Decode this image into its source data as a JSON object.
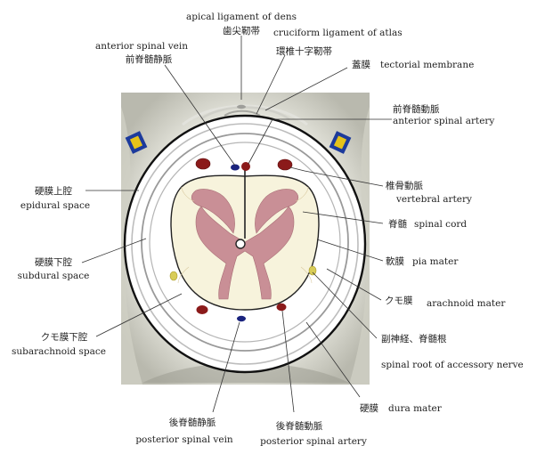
{
  "labels": {
    "apical_ligament_en": "apical ligament of dens",
    "apical_ligament_jp": "歯尖靭帯",
    "cruciform_en": "cruciform ligament of atlas",
    "cruciform_jp": "環椎十字靭帯",
    "anterior_spinal_vein_en": "anterior spinal vein",
    "anterior_spinal_vein_jp": "前脊髄静脈",
    "tectorial_jp": "蓋膜",
    "tectorial_en": "tectorial membrane",
    "anterior_spinal_artery_jp": "前脊髄動脈",
    "anterior_spinal_artery_en": "anterior spinal artery",
    "epidural_jp": "硬膜上腔",
    "epidural_en": "epidural space",
    "vertebral_artery_jp": "椎骨動脈",
    "vertebral_artery_en": "vertebral artery",
    "spinal_cord_jp": "脊髄",
    "spinal_cord_en": "spinal cord",
    "subdural_jp": "硬膜下腔",
    "subdural_en": "subdural space",
    "pia_jp": "軟膜",
    "pia_en": "pia mater",
    "arachnoid_jp": "クモ膜",
    "arachnoid_en": "arachnoid mater",
    "subarachnoid_jp": "クモ膜下腔",
    "subarachnoid_en": "subarachnoid space",
    "accessory_nerve_jp": "副神経、脊髄根",
    "accessory_nerve_en": "spinal root of accessory nerve",
    "dura_jp": "硬膜",
    "dura_en": "dura mater",
    "posterior_spinal_vein_jp": "後脊髄静脈",
    "posterior_spinal_vein_en": "posterior spinal vein",
    "posterior_spinal_artery_jp": "後脊髄動脈",
    "posterior_spinal_artery_en": "posterior spinal artery"
  },
  "colors": {
    "artery": "#8b1a1a",
    "vein": "#1a237e",
    "gray_matter": "#c98f96",
    "spinal_cord": "#f7f3dc",
    "nerve_root": "#d8cc58",
    "vertebral_bone": "#e7e7de",
    "ligament_blue": "#1c3a9c",
    "ligament_yellow": "#e5c21a"
  }
}
